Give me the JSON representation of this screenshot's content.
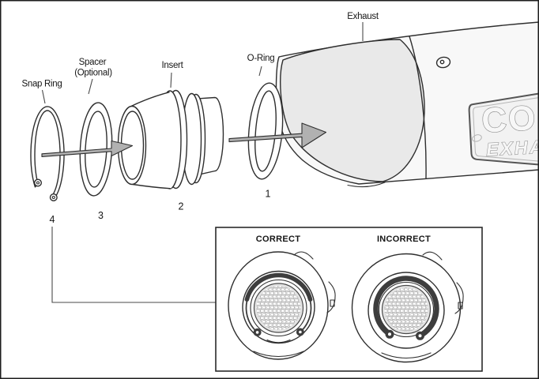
{
  "diagram": {
    "labels": {
      "snap_ring": "Snap Ring",
      "spacer_line1": "Spacer",
      "spacer_line2": "(Optional)",
      "insert": "Insert",
      "o_ring": "O-Ring",
      "exhaust": "Exhaust"
    },
    "part_numbers": {
      "o_ring": "1",
      "insert": "2",
      "spacer": "3",
      "snap_ring": "4"
    },
    "badge": {
      "line1": "CO",
      "line2": "EXHA"
    },
    "inset": {
      "correct_label": "CORRECT",
      "incorrect_label": "INCORRECT"
    },
    "colors": {
      "line": "#2e2e2e",
      "arrow": "#b1b1b1",
      "interior": "#e9e9e9",
      "body": "#f8f8f8",
      "disc": "#e3e3e3",
      "ring": "#3d3d3d"
    }
  }
}
